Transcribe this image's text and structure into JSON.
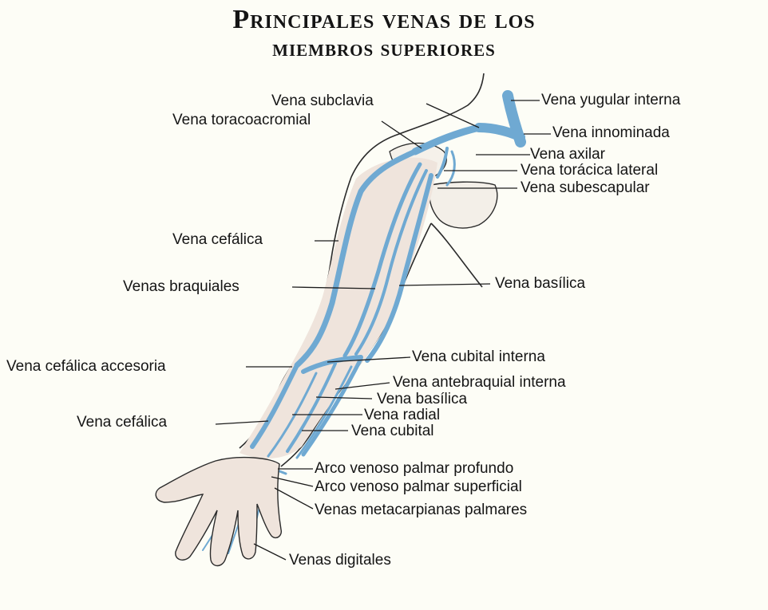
{
  "title": {
    "line1": "Principales venas de los",
    "line2": "miembros superiores"
  },
  "labels": {
    "subclavia": "Vena subclavia",
    "toracoacromial": "Vena toracoacromial",
    "yugular_interna": "Vena yugular interna",
    "innominada": "Vena innominada",
    "axilar": "Vena axilar",
    "toracica_lateral": "Vena torácica lateral",
    "subescapular": "Vena subescapular",
    "cefalica_upper": "Vena cefálica",
    "braquiales": "Venas braquiales",
    "basilica_upper": "Vena basílica",
    "cefalica_accesoria": "Vena cefálica accesoria",
    "cubital_interna": "Vena cubital interna",
    "antebraquial_interna": "Vena antebraquial interna",
    "basilica_lower": "Vena basílica",
    "radial": "Vena radial",
    "cefalica_lower": "Vena cefálica",
    "cubital": "Vena cubital",
    "arco_profundo": "Arco venoso palmar profundo",
    "arco_superficial": "Arco venoso palmar superficial",
    "metacarpianas": "Venas metacarpianas palmares",
    "digitales": "Venas digitales"
  },
  "colors": {
    "vein_blue": "#6fa9d2",
    "outline": "#2b2b2b",
    "tissue": "#c8a89a",
    "background": "#fdfdf6"
  }
}
